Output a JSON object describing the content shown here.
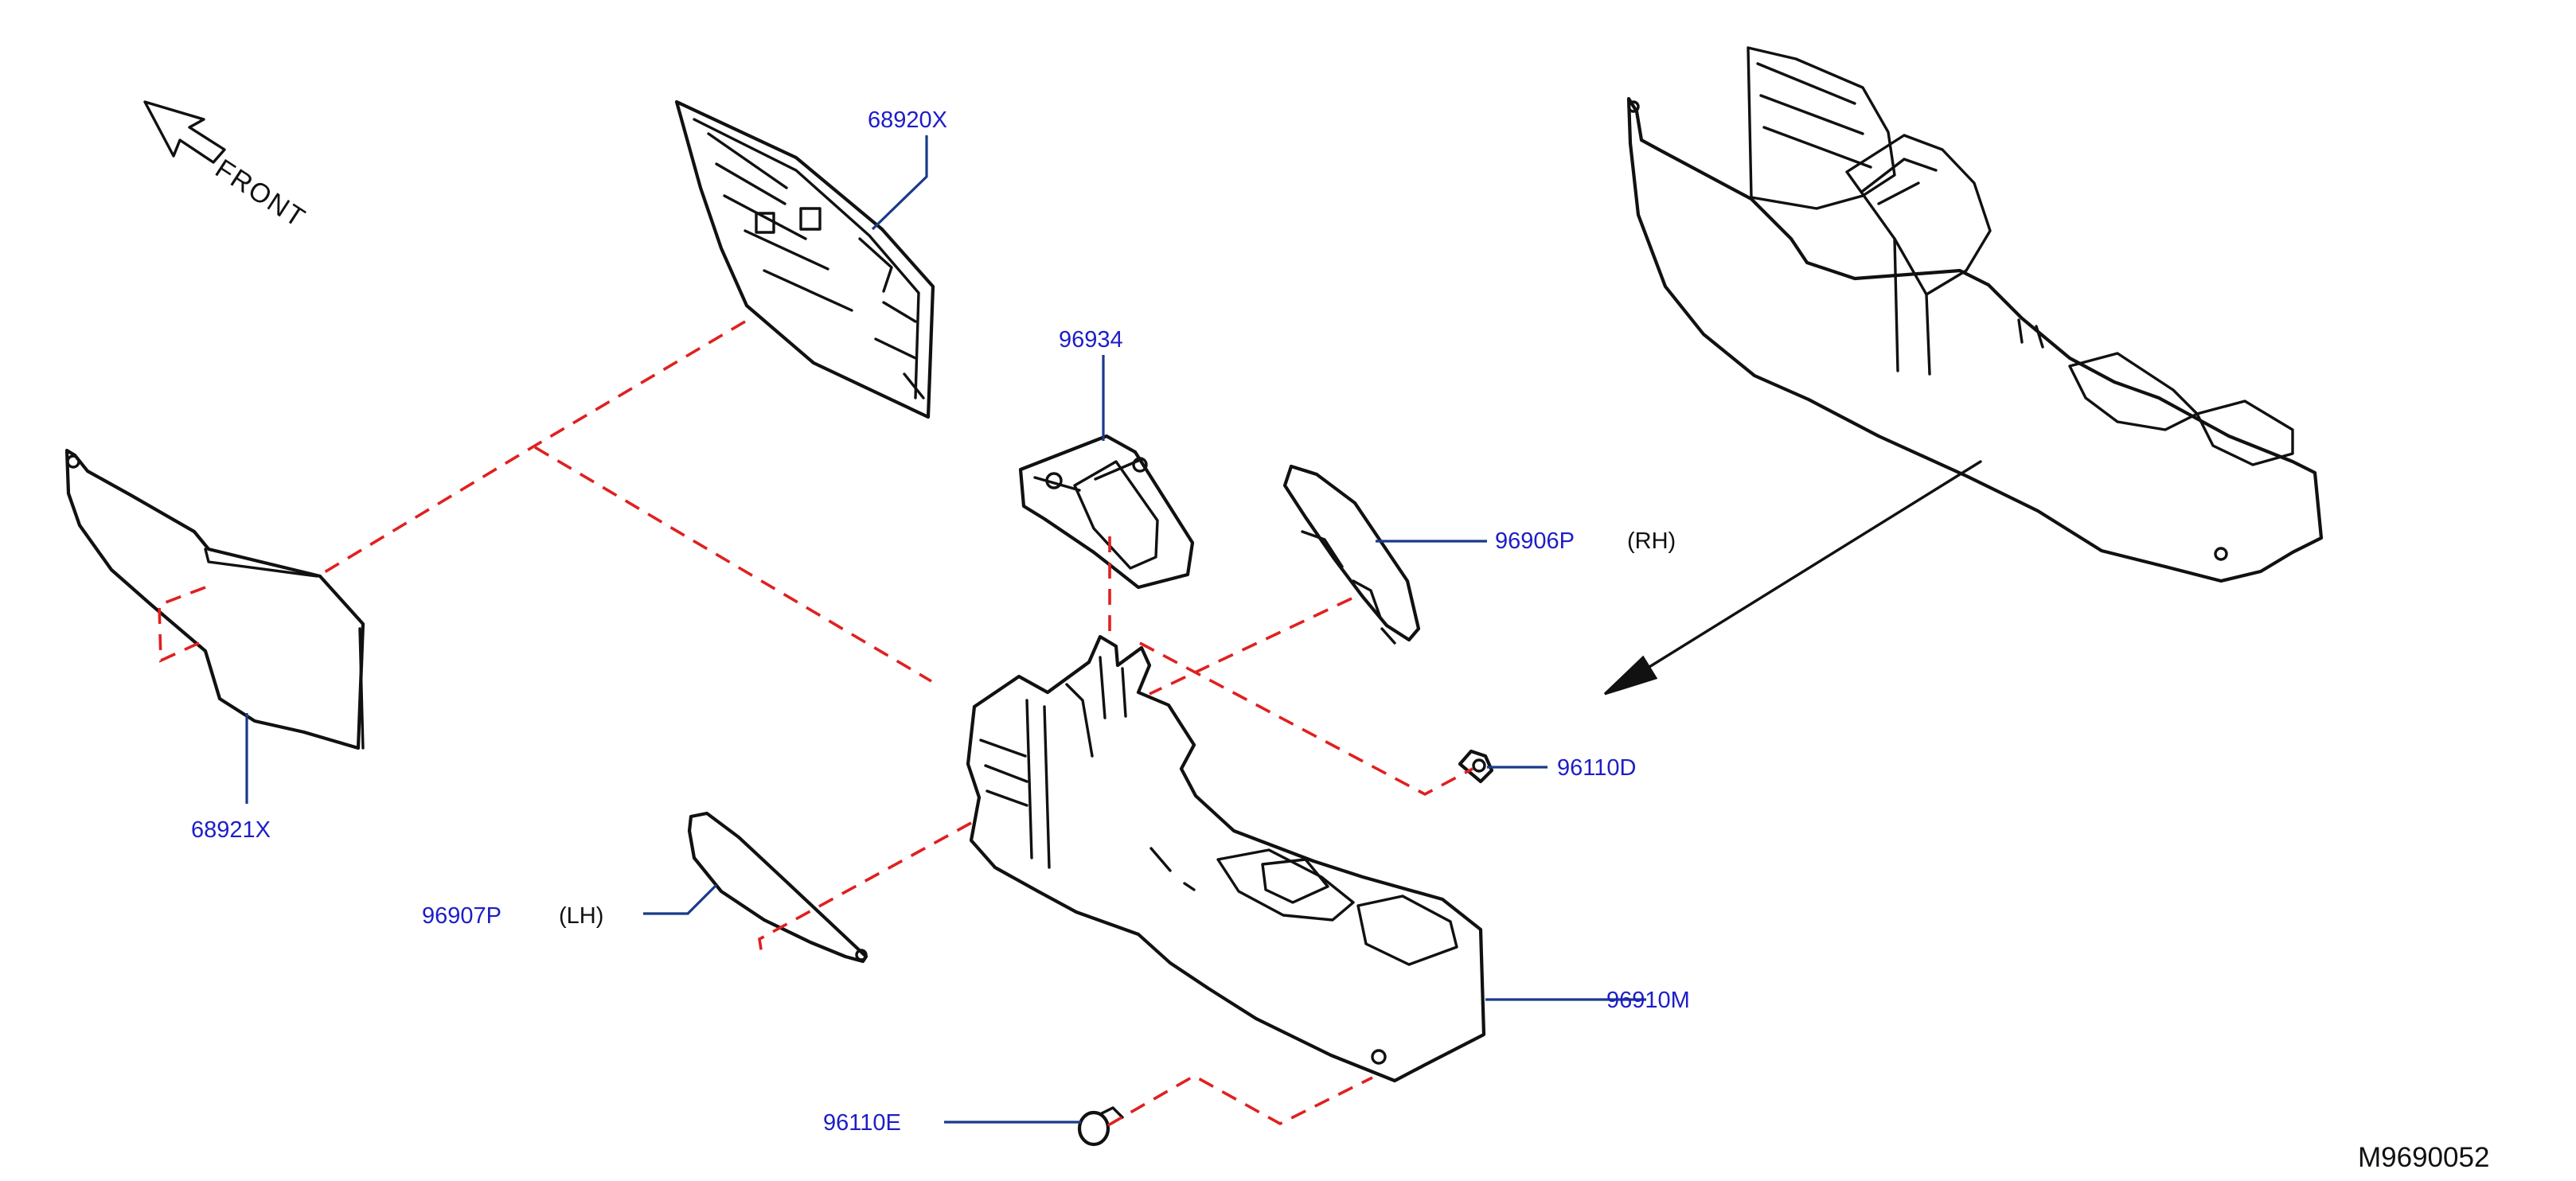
{
  "diagram": {
    "front_label": "FRONT",
    "reference_code": "M9690052",
    "parts": {
      "p68920X": "68920X",
      "p68921X": "68921X",
      "p96934": "96934",
      "p96906P": "96906P",
      "p96906P_side": "(RH)",
      "p96907P": "96907P",
      "p96907P_side": "(LH)",
      "p96110D": "96110D",
      "p96910M": "96910M",
      "p96110E": "96110E"
    },
    "colors": {
      "part_number_text": "#1d1dc8",
      "leader_line": "#1a3a8a",
      "dashed_guide": "#e02020",
      "outline": "#111111"
    }
  }
}
